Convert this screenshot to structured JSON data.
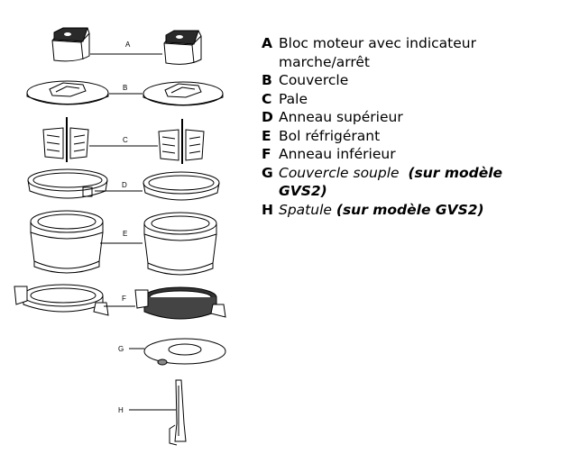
{
  "figure": {
    "labels": [
      "A",
      "B",
      "C",
      "D",
      "E",
      "F",
      "G",
      "H"
    ]
  },
  "legend": {
    "items": [
      {
        "letter": "A",
        "line1": "Bloc moteur avec indicateur",
        "line2": "marche/arrêt"
      },
      {
        "letter": "B",
        "line1": "Couvercle"
      },
      {
        "letter": "C",
        "line1": "Pale"
      },
      {
        "letter": "D",
        "line1": "Anneau supérieur"
      },
      {
        "letter": "E",
        "line1": "Bol réfrigérant"
      },
      {
        "letter": "F",
        "line1": "Anneau inférieur"
      },
      {
        "letter": "G",
        "italic": "Couvercle souple",
        "bold_italic": "(sur modèle",
        "line2": "GVS2)"
      },
      {
        "letter": "H",
        "italic": "Spatule",
        "bold_italic": "(sur modèle GVS2)"
      }
    ]
  }
}
